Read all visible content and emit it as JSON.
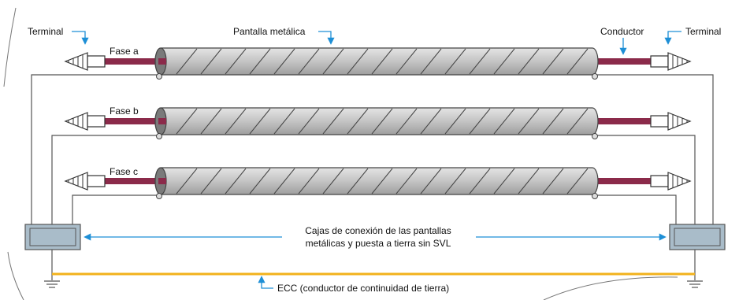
{
  "labels": {
    "terminal_left": "Terminal",
    "terminal_right": "Terminal",
    "pantalla": "Pantalla metálica",
    "conductor": "Conductor",
    "fase_a": "Fase a",
    "fase_b": "Fase b",
    "fase_c": "Fase c",
    "cajas_line1": "Cajas de conexión de las pantallas",
    "cajas_line2": "metálicas y puesta a tierra sin SVL",
    "ecc": "ECC (conductor de continuidad de tierra)"
  },
  "colors": {
    "conductor": "#8b2a4a",
    "sheath": "#c9c9c9",
    "ground_line": "#f2b21b",
    "arrow": "#1e8fd6",
    "box": "#a9bcc9",
    "wire": "#555555"
  },
  "icons": [
    "terminal-cone-icon",
    "ground-symbol-icon",
    "junction-box-icon"
  ]
}
